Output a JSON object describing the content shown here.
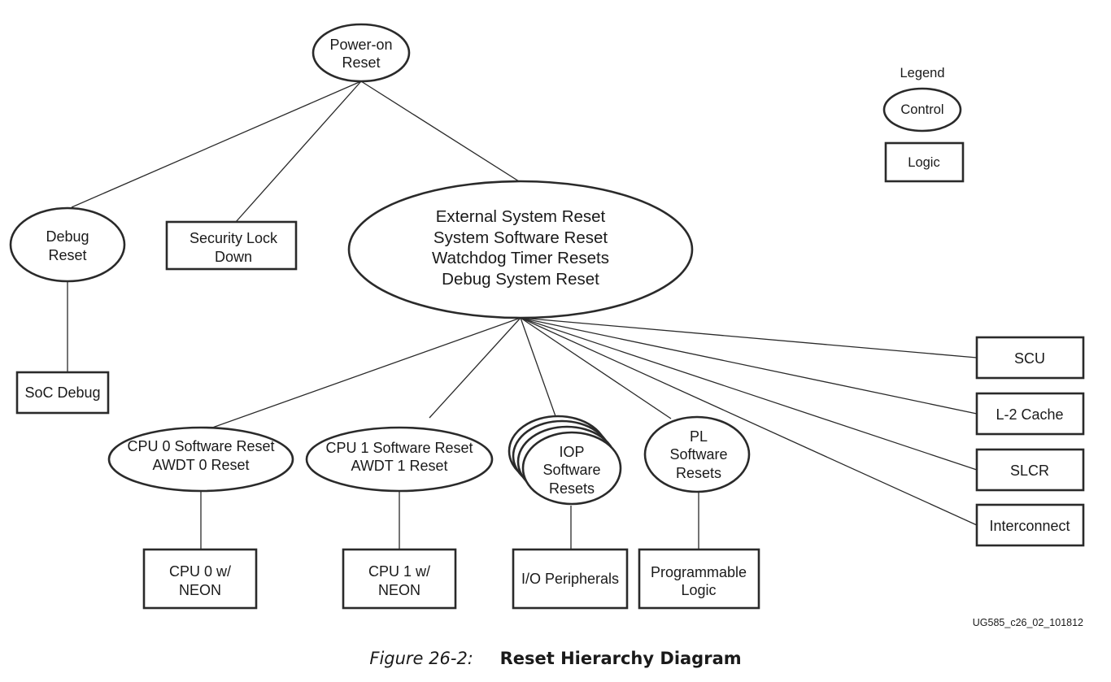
{
  "legend": {
    "title": "Legend",
    "control_label": "Control",
    "logic_label": "Logic"
  },
  "nodes": {
    "power_on_reset": [
      "Power-on",
      "Reset"
    ],
    "debug_reset": [
      "Debug",
      "Reset"
    ],
    "security_lock_down": [
      "Security Lock",
      "Down"
    ],
    "system_resets": [
      "External System Reset",
      "System Software Reset",
      "Watchdog Timer Resets",
      "Debug System Reset"
    ],
    "soc_debug": [
      "SoC Debug"
    ],
    "cpu0_sw_reset": [
      "CPU 0 Software Reset",
      "AWDT 0 Reset"
    ],
    "cpu1_sw_reset": [
      "CPU 1 Software Reset",
      "AWDT 1 Reset"
    ],
    "iop_sw_resets": [
      "IOP",
      "Software",
      "Resets"
    ],
    "pl_sw_resets": [
      "PL",
      "Software",
      "Resets"
    ],
    "cpu0_neon": [
      "CPU 0 w/",
      "NEON"
    ],
    "cpu1_neon": [
      "CPU 1 w/",
      "NEON"
    ],
    "io_peripherals": [
      "I/O Peripherals"
    ],
    "programmable_logic": [
      "Programmable",
      "Logic"
    ],
    "scu": [
      "SCU"
    ],
    "l2_cache": [
      "L-2 Cache"
    ],
    "slcr": [
      "SLCR"
    ],
    "interconnect": [
      "Interconnect"
    ]
  },
  "figure": {
    "id": "UG585_c26_02_101812",
    "number": "Figure 26-2:",
    "title": "Reset Hierarchy Diagram"
  }
}
